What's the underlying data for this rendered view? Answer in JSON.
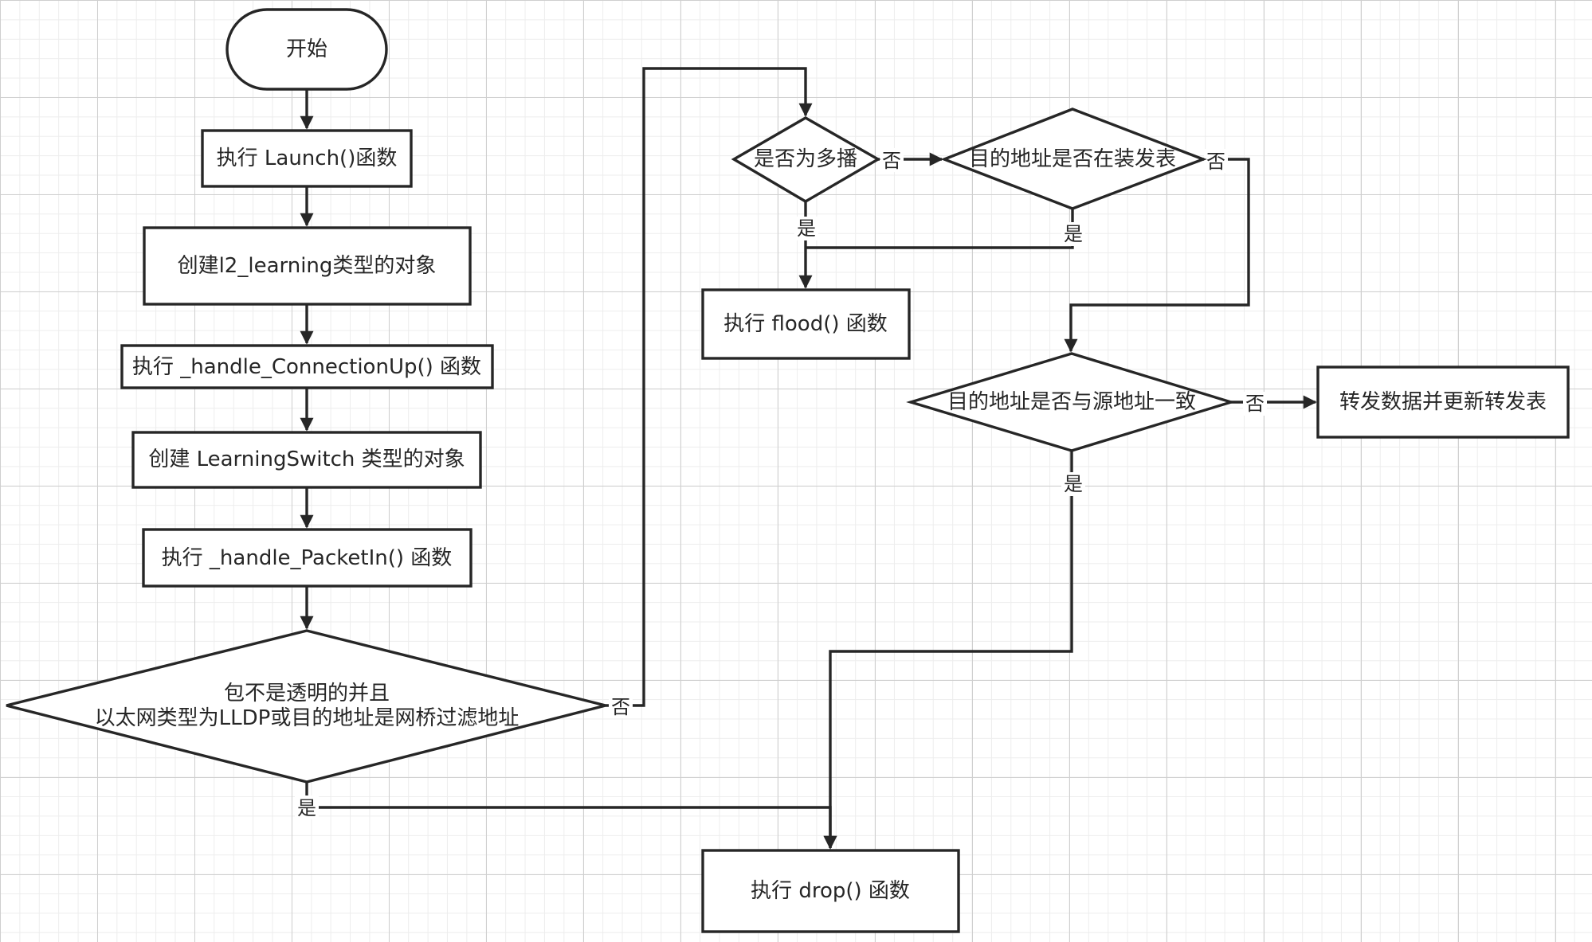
{
  "nodes": {
    "start": "开始",
    "launch": "执行 Launch()函数",
    "create_l2": "创建l2_learning类型的对象",
    "conn_up": "执行 _handle_ConnectionUp() 函数",
    "create_ls": "创建 LearningSwitch 类型的对象",
    "packet_in": "执行 _handle_PacketIn() 函数",
    "check_lldp_line1": "包不是透明的并且",
    "check_lldp_line2": "以太网类型为LLDP或目的地址是网桥过滤地址",
    "is_multicast": "是否为多播",
    "in_table": "目的地址是否在装发表",
    "flood": "执行 flood() 函数",
    "same_src": "目的地址是否与源地址一致",
    "forward": "转发数据并更新转发表",
    "drop": "执行 drop() 函数"
  },
  "edge_labels": {
    "lldp_no": "否",
    "lldp_yes": "是",
    "multicast_no": "否",
    "multicast_yes": "是",
    "table_no": "否",
    "table_yes": "是",
    "same_no": "否",
    "same_yes": "是"
  },
  "colors": {
    "stroke": "#262626",
    "grid": "#cfcfcf",
    "background": "#ffffff"
  }
}
